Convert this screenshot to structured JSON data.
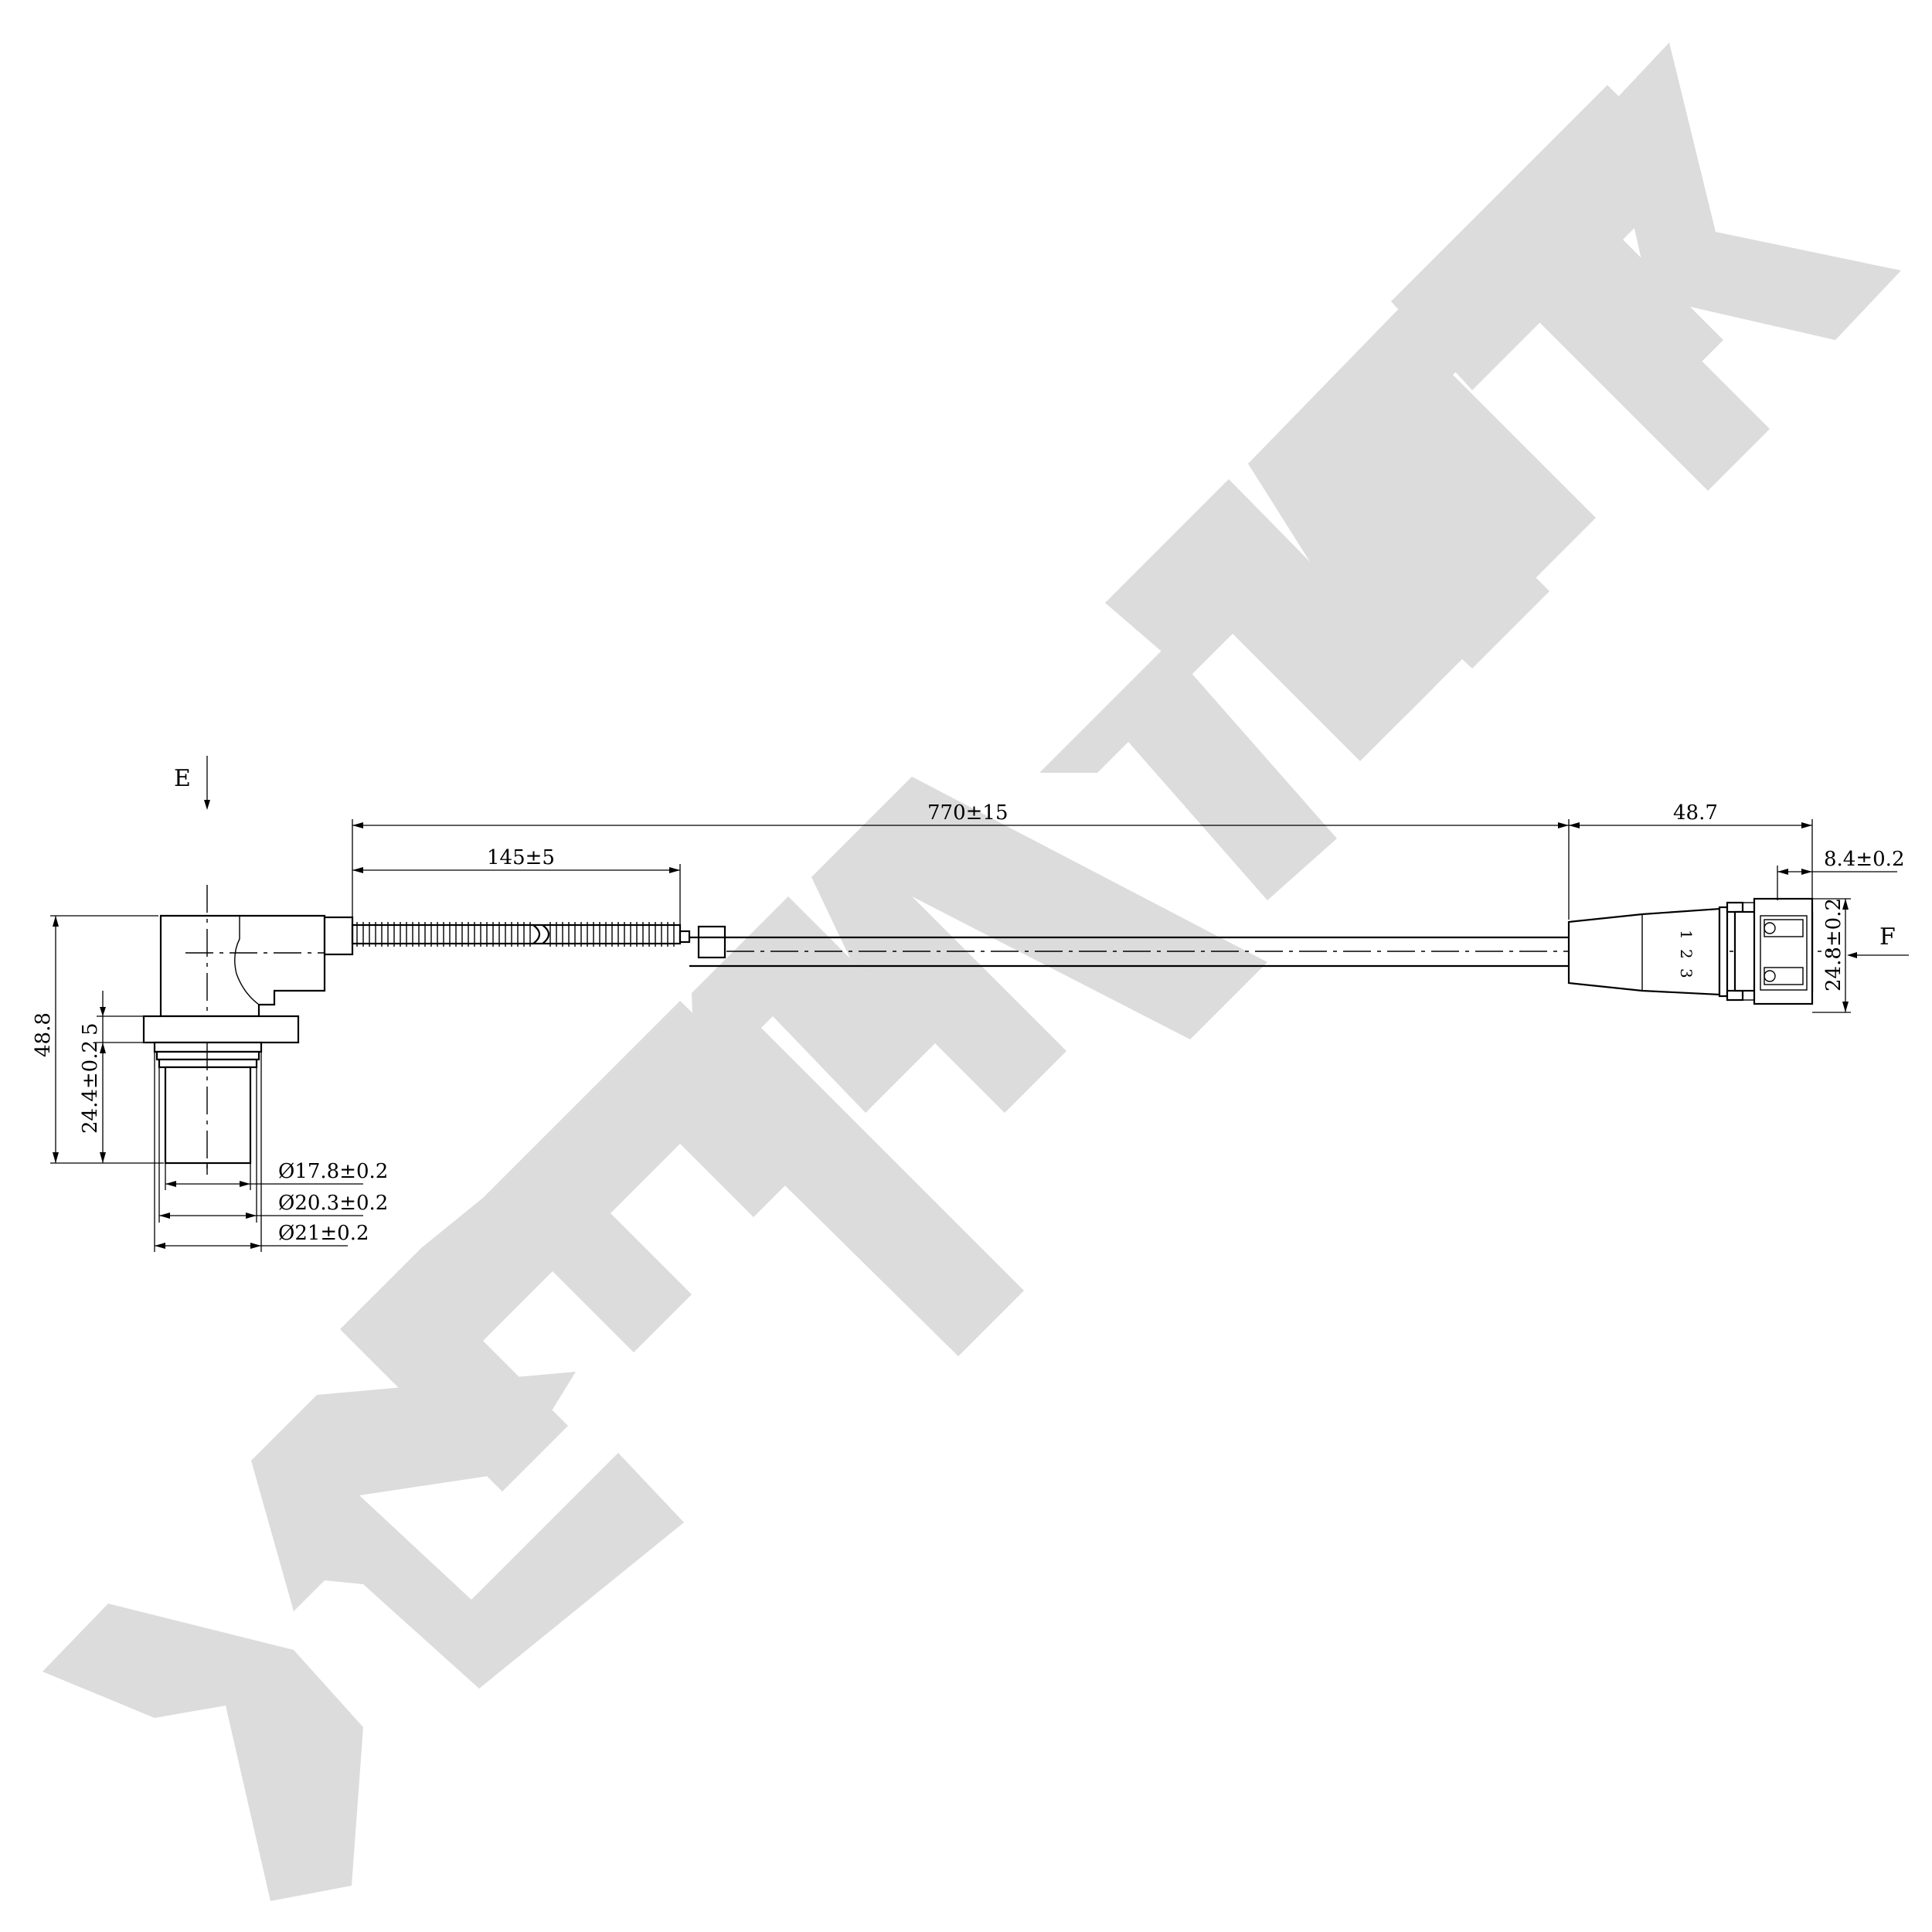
{
  "watermark": {
    "text": "ZENWEK",
    "color": "#dcdcdc"
  },
  "view_labels": {
    "top": "E",
    "right": "F"
  },
  "dimensions": {
    "cable_total": "770±15",
    "corrugated_sleeve": "145±5",
    "connector_length": "48.7",
    "connector_width": "8.4±0.2",
    "connector_height": "24.8±0.2",
    "sensor_total_height": "48.8",
    "flange_thickness": "5",
    "probe_length": "24.4±0.2",
    "probe_dia_1": "Ø17.8±0.2",
    "probe_dia_2": "Ø20.3±0.2",
    "probe_dia_3": "Ø21±0.2"
  },
  "connector_pins": [
    "1",
    "2",
    "3"
  ]
}
